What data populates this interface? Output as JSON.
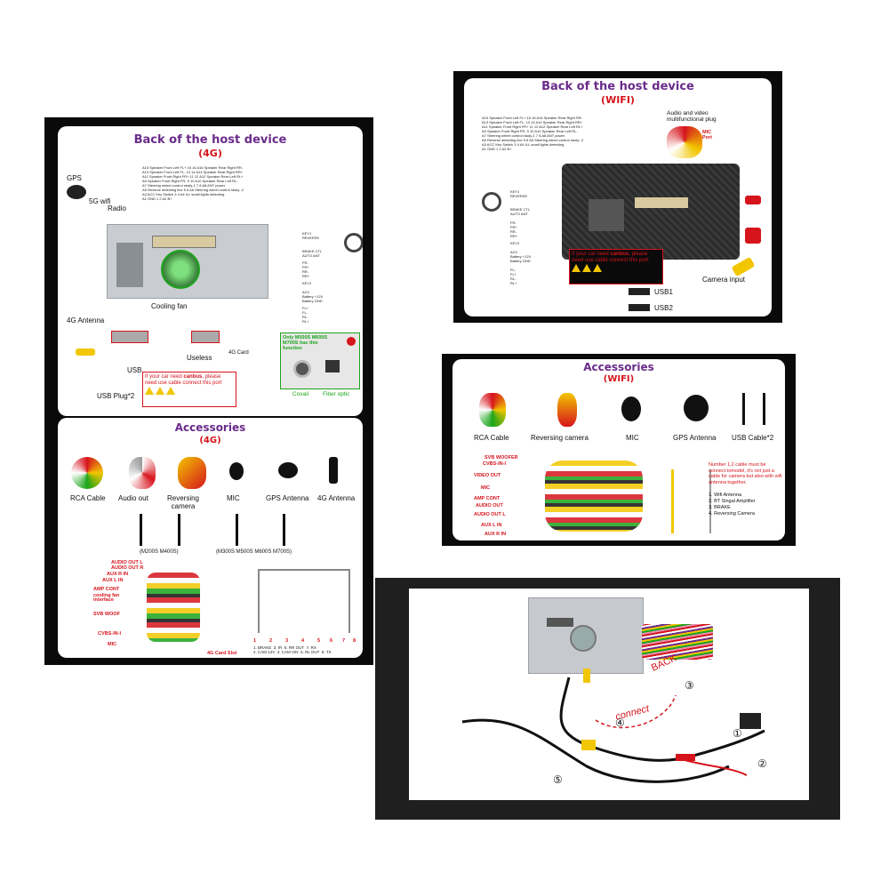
{
  "left_panel": {
    "back_4g": {
      "title": "Back of the host device",
      "subtitle": "(4G)",
      "labels": {
        "gps": "GPS",
        "wifi_5g": "5G wifi",
        "radio": "Radio",
        "antenna_4g": "4G Antenna",
        "cooling_fan": "Cooling fan",
        "usb": "USB",
        "usb_plug": "USB Plug*2",
        "useless": "Useless",
        "card_4g": "4G\nCard",
        "only_models": "Only M500S M600S M700S has this function",
        "coxail": "Coxail",
        "fiber_optic": "Fiber optic"
      },
      "pin_rows": [
        "A15  Speaker Front Left FL+   15 16  A16 Speaker Rear Right RR-",
        "A13  Speaker Front Left FL-   13 14  A14 Speaker Rear Right RR+",
        "A11  Speaker Front Right FR+   11 12  A12 Speaker Rear Left RL+",
        "A9   Speaker Front Right FR-   9 10  A10 Speaker Rear Left RL-",
        "A7   Steering wheel control study-1   7 8  A8 ANT power",
        "A5   Reverse detecting line   5 6  A6 Steering wheel control study -2",
        "A3 ACC Key Switch   3 4  A4 ILL small lights detecting",
        "A1 GND   1 2  A2 B+"
      ],
      "right_wires": [
        "KEY1",
        "REVERSE",
        "BRAKE CTL",
        "AUTO ANT",
        "FR-",
        "FR+",
        "RR-",
        "RR+",
        "KEY2",
        "ACC",
        "Battery +12V",
        "Battery GND",
        "FL+",
        "FL-",
        "RL-",
        "RL+"
      ],
      "canbus_notice": {
        "prefix": "If your car need ",
        "highlight": "canbus",
        "suffix": ", please need use cable connect this port"
      }
    },
    "acc_4g": {
      "title": "Accessories",
      "subtitle": "(4G)",
      "items": [
        "RCA Cable",
        "Audio out",
        "Reversing camera",
        "MIC",
        "GPS Antenna",
        "4G Antenna"
      ],
      "usb_groups": [
        "(M200S M400S)",
        "(M300S M500S M600S M700S)"
      ],
      "harness_labels": [
        "AUDIO OUT L",
        "AUDIO OUT R",
        "AUX R IN",
        "AUX L IN",
        "AMP CONT",
        "cooling fan interface",
        "SVB WOOF",
        "CVBS-IN-I",
        "MIC"
      ],
      "card_slot": "4G Card Slot",
      "pin_legend": [
        "1. BRAKE",
        "2. CAM 12V",
        "3. IR",
        "4. CAM VIN",
        "5. RR OUT",
        "6. RL OUT",
        "7. RX",
        "8. TX"
      ],
      "pin_numbers": [
        "1",
        "2",
        "3",
        "4",
        "5",
        "6",
        "7",
        "8"
      ]
    }
  },
  "right_top": {
    "title": "Back of the host device",
    "subtitle": "(WIFI)",
    "av_plug": "Audio and video multifunctional plug",
    "mic_port": "MIC Port",
    "pin_rows": [
      "A15  Speaker Front Left FL+   15 16  A16 Speaker Rear Right RR-",
      "A13  Speaker Front Left FL-   13 14  A14 Speaker Rear Right RR+",
      "A11  Speaker Front Right FR+   11 12  A12 Speaker Rear Left RL+",
      "A9   Speaker Front Right FR-   9 10  A10 Speaker Rear Left RL-",
      "A7   Steering wheel control study-1   7 8  A8 ANT power",
      "A5   Reverse detecting line   5 6  A6 Steering wheel control study -2",
      "A3 ACC Key Switch   3 4  A4 ILL small lights detecting",
      "A1 GND   1 2  A2 B+"
    ],
    "left_wires": [
      "KEY1",
      "REVERSE",
      "BRAKE CTL",
      "AUTO ANT",
      "FR-",
      "FR+",
      "RR-",
      "RR+",
      "KEY2",
      "ACC",
      "Battery +12V",
      "Battery GND",
      "FL-",
      "FL+",
      "RL-",
      "RL+"
    ],
    "canbus_notice": {
      "prefix": "If your car need ",
      "highlight": "canbus",
      "suffix": ", please need use cable connect this port"
    },
    "usb1": "USB1",
    "usb2": "USB2",
    "camera_input": "Camera input"
  },
  "right_mid": {
    "title": "Accessories",
    "subtitle": "(WIFI)",
    "items": [
      "RCA Cable",
      "Reversing  camera",
      "MIC",
      "GPS Antenna",
      "USB Cable*2"
    ],
    "harness_labels": [
      "SVB WOOFER",
      "CVBS-IN-I",
      "VIDEO OUT",
      "MIC",
      "AMP CONT",
      "AUDIO OUT",
      "AUDIO OUT L",
      "AUX L IN",
      "AUX R IN"
    ],
    "note": "Number 1,2 cable must be connect tomodel, it's not just a cable for camera but also with wifi antenna together.",
    "list": [
      "1. Wifi Antenna",
      "2. BT Singal Amplifier",
      "3. BRAKE",
      "4. Reversing Camera"
    ]
  },
  "right_bottom": {
    "back_label": "BACK",
    "connect_label": "connect",
    "markers": [
      "①",
      "②",
      "③",
      "④",
      "⑤"
    ]
  },
  "colors": {
    "purple": "#6a2b8a",
    "red": "#d6141c",
    "green": "#1aa51a",
    "panel": "#0a0a0a"
  }
}
